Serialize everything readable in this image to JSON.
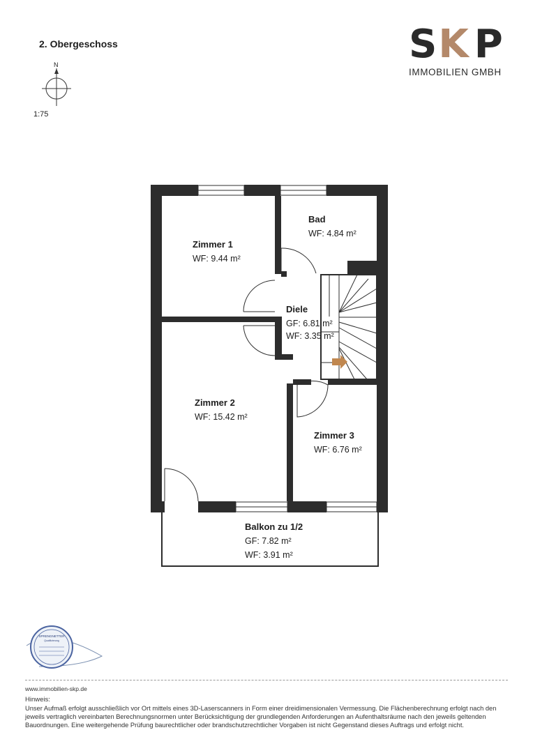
{
  "header": {
    "floor_title": "2. Obergeschoss",
    "north": "N",
    "scale": "1:75"
  },
  "logo": {
    "mark_left": "S",
    "mark_mid": "K",
    "mark_right": "P",
    "subtitle": "IMMOBILIEN GMBH",
    "accent_color": "#b4896a"
  },
  "rooms": [
    {
      "name": "Bad",
      "values": [
        "WF: 4.84 m²"
      ]
    },
    {
      "name": "Zimmer 1",
      "values": [
        "WF: 9.44 m²"
      ]
    },
    {
      "name": "Diele",
      "values": [
        "GF: 6.81 m²",
        "WF: 3.35 m²"
      ]
    },
    {
      "name": "Zimmer 2",
      "values": [
        "WF: 15.42 m²"
      ]
    },
    {
      "name": "Zimmer 3",
      "values": [
        "WF: 6.76 m²"
      ]
    },
    {
      "name": "Balkon zu 1/2",
      "values": [
        "GF: 7.82 m²",
        "WF: 3.91 m²"
      ]
    }
  ],
  "footer": {
    "website": "www.immobilien-skp.de",
    "hint_label": "Hinweis:",
    "hint_text": "Unser Aufmaß erfolgt ausschließlich vor Ort mittels eines 3D-Laserscanners in Form einer dreidimensionalen Vermessung. Die Flächenberechnung erfolgt nach den jeweils vertraglich vereinbarten Berechnungsnormen unter Berücksichtigung der grundlegenden Anforderungen an Aufenthaltsräume nach den jeweils geltenden Bauordnungen. Eine weitergehende Prüfung baurechtlicher oder brandschutzrechtlicher Vorgaben ist nicht Gegenstand dieses Auftrags und erfolgt nicht."
  },
  "stamp": {
    "line1": "SPRENGNETTER",
    "line2": "Qualifizierung"
  },
  "colors": {
    "wall": "#2d2d2d",
    "stair_arrow": "#c0874f"
  }
}
